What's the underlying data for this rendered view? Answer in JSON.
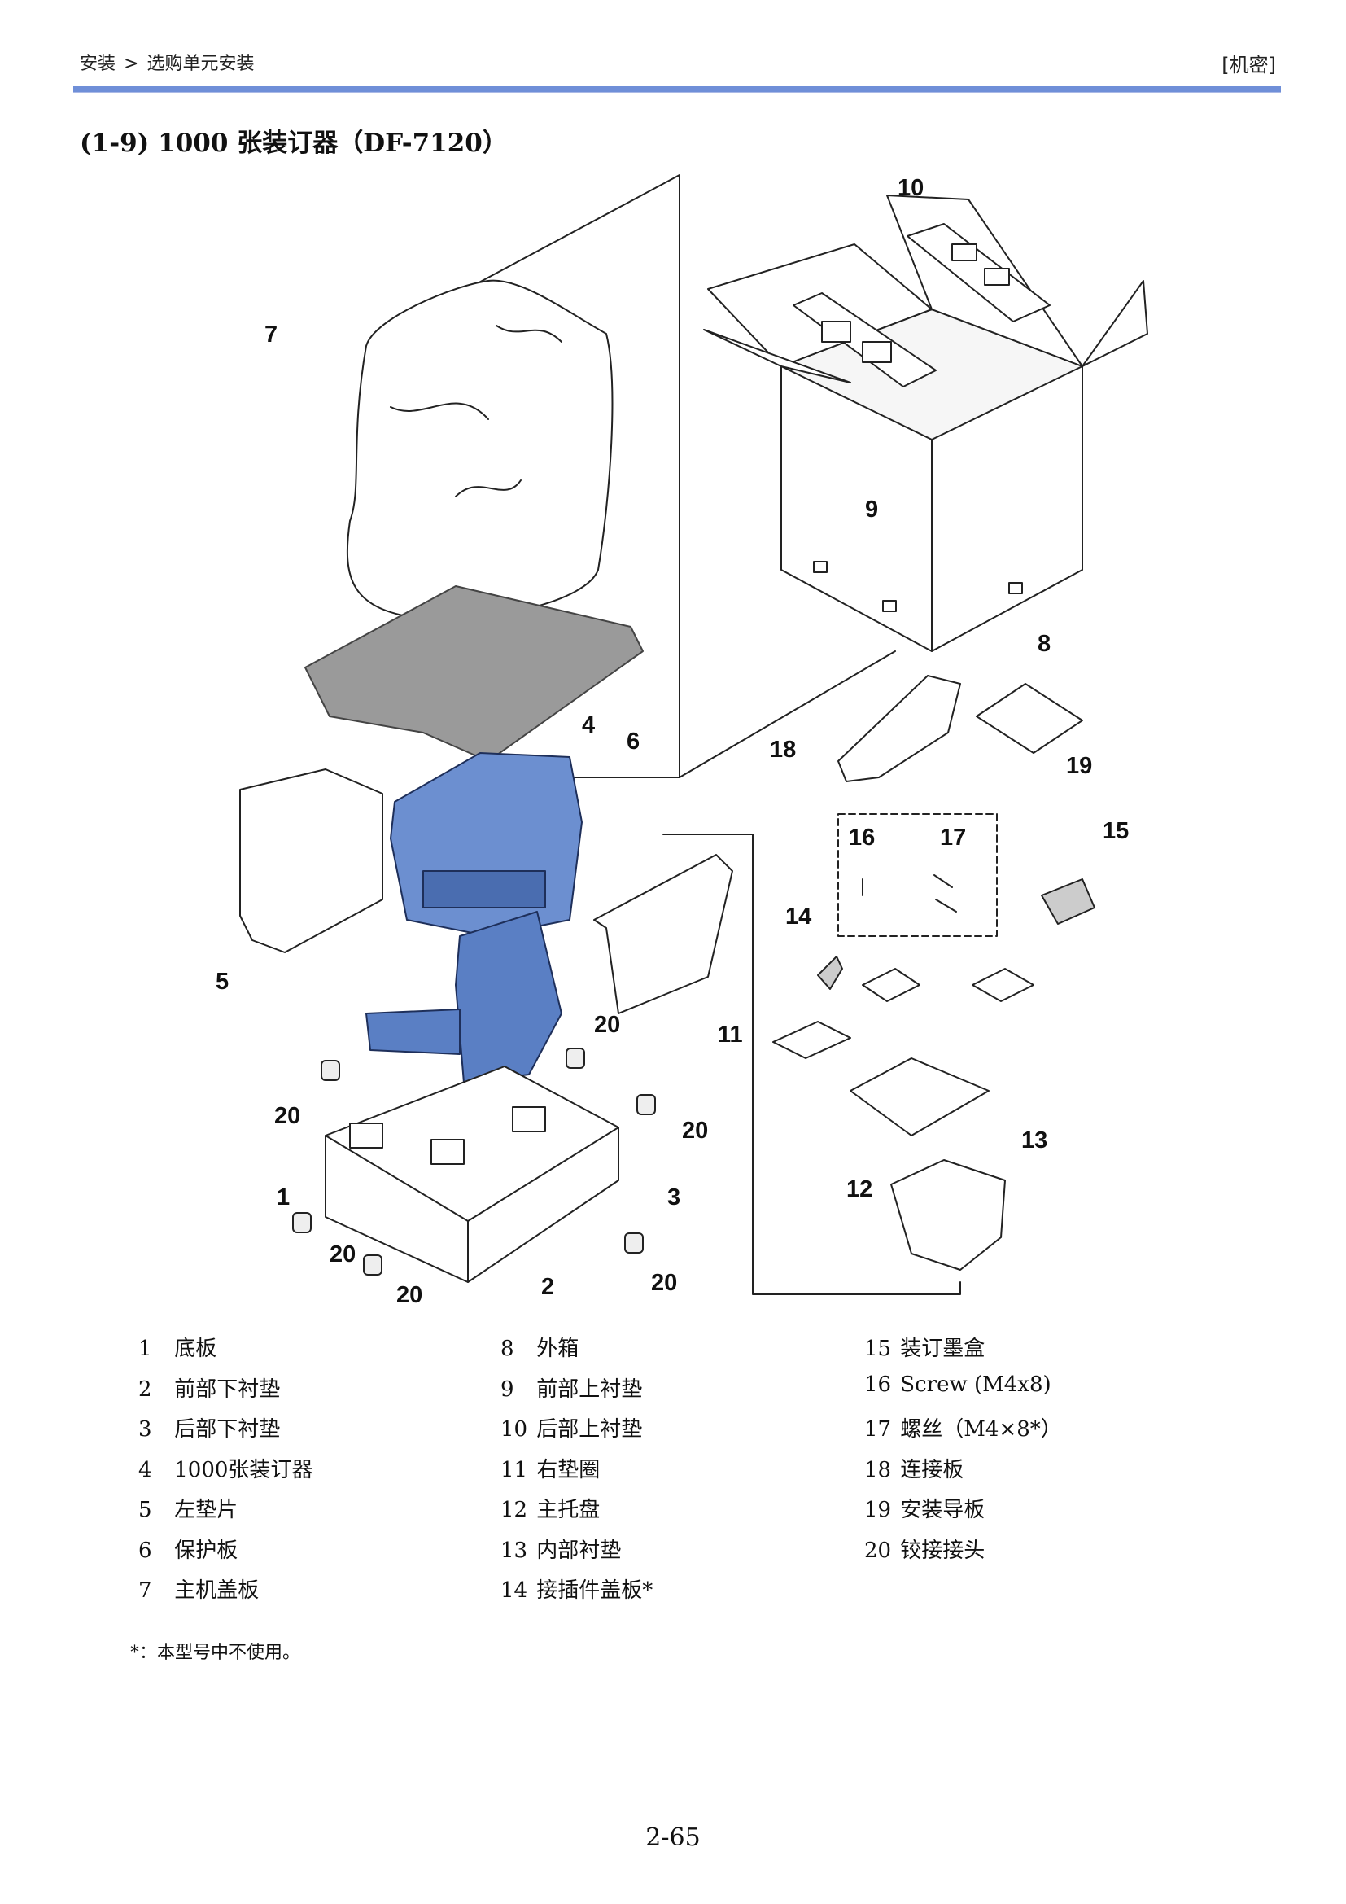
{
  "header": {
    "breadcrumb": [
      "安装",
      "选购单元安装"
    ],
    "separator": ">",
    "confidential": "[机密]"
  },
  "section_title": "(1-9) 1000 张装订器（DF-7120）",
  "callouts": [
    "1",
    "2",
    "3",
    "4",
    "5",
    "6",
    "7",
    "8",
    "9",
    "10",
    "11",
    "12",
    "13",
    "14",
    "15",
    "16",
    "17",
    "18",
    "19",
    "20"
  ],
  "parts": {
    "col1": [
      {
        "num": "1",
        "name": "底板"
      },
      {
        "num": "2",
        "name": "前部下衬垫"
      },
      {
        "num": "3",
        "name": "后部下衬垫"
      },
      {
        "num": "4",
        "name": "1000张装订器"
      },
      {
        "num": "5",
        "name": "左垫片"
      },
      {
        "num": "6",
        "name": "保护板"
      },
      {
        "num": "7",
        "name": "主机盖板"
      }
    ],
    "col2": [
      {
        "num": "8",
        "name": "外箱"
      },
      {
        "num": "9",
        "name": "前部上衬垫"
      },
      {
        "num": "10",
        "name": "后部上衬垫"
      },
      {
        "num": "11",
        "name": "右垫圈"
      },
      {
        "num": "12",
        "name": "主托盘"
      },
      {
        "num": "13",
        "name": "内部衬垫"
      },
      {
        "num": "14",
        "name": "接插件盖板*"
      }
    ],
    "col3": [
      {
        "num": "15",
        "name": "装订墨盒"
      },
      {
        "num": "16",
        "name": "Screw (M4x8)"
      },
      {
        "num": "17",
        "name": "螺丝（M4×8*）"
      },
      {
        "num": "18",
        "name": "连接板"
      },
      {
        "num": "19",
        "name": "安装导板"
      },
      {
        "num": "20",
        "name": "铰接接头"
      }
    ]
  },
  "footnote": "*：本型号中不使用。",
  "page_number": "2-65",
  "colors": {
    "header_rule": "#6f8fd8",
    "stapler_body": "#6c8fd0"
  }
}
